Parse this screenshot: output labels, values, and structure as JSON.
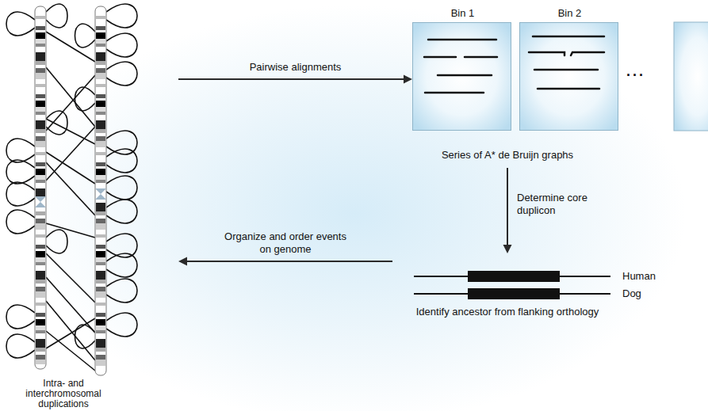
{
  "diagram": {
    "nodes": [
      {
        "text": [
          "Intra- and interchromosomal duplications"
        ]
      },
      {
        "text": [
          "Series of A* de Bruijn graphs"
        ]
      },
      {
        "text": [
          "Bin 1"
        ],
        "in": 1
      },
      {
        "text": [
          "Bin 2"
        ],
        "in": 1
      },
      {
        "text": [
          "Human",
          "Dog",
          "Identify ancestor from flanking orthology"
        ]
      }
    ],
    "edges": [
      {
        "from": 0,
        "to": 2,
        "label": "Pairwise alignments",
        "arrow": "to"
      },
      {
        "from": 1,
        "to": 4,
        "label": "Determine core duplicon",
        "arrow": "to"
      },
      {
        "from": 4,
        "to": 0,
        "label": "Organize and order events on genome",
        "arrow": "to"
      }
    ],
    "labels": [
      "..."
    ]
  }
}
